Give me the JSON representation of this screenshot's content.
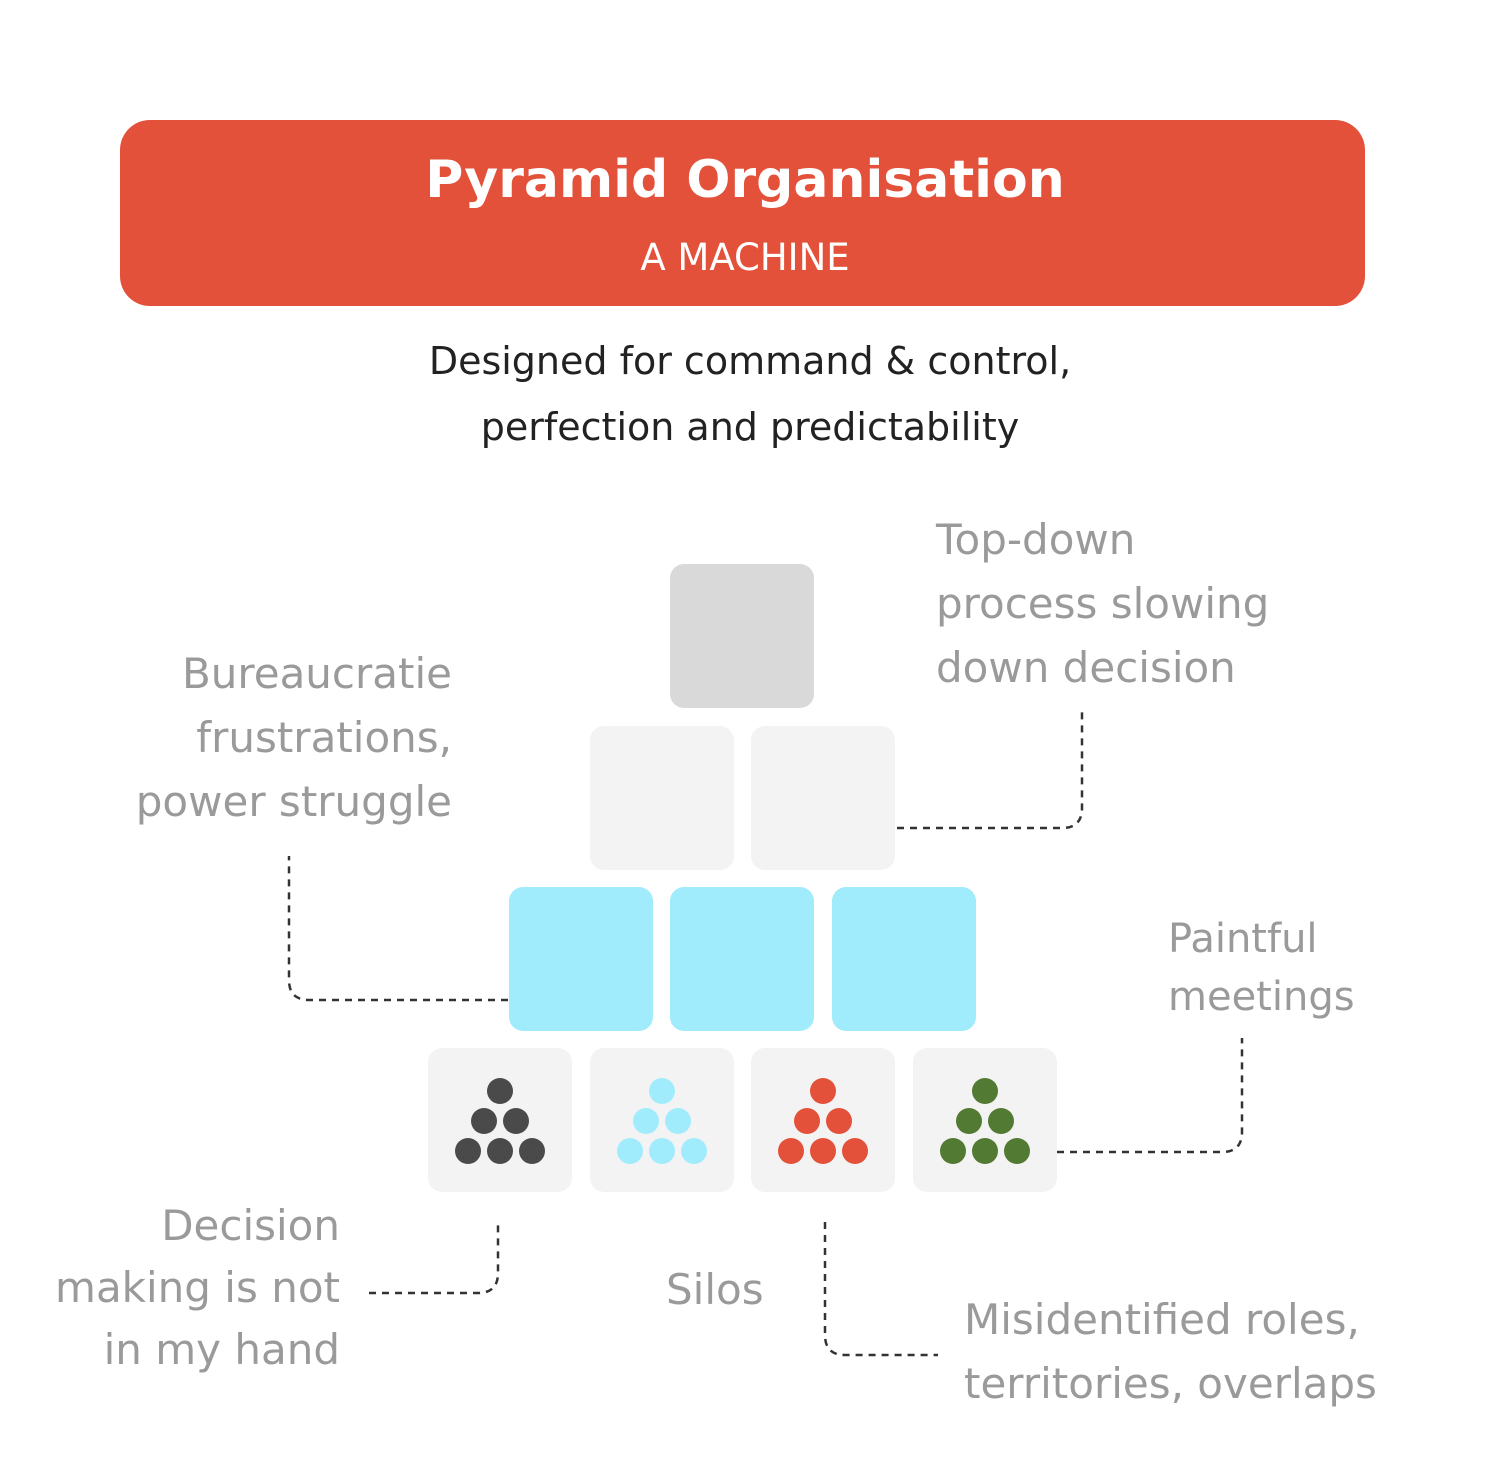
{
  "banner": {
    "title": "Pyramid Organisation",
    "subtitle": "A MACHINE",
    "color": "#e4513a"
  },
  "tagline": {
    "line1": "Designed for command & control,",
    "line2": "perfection and predictability"
  },
  "notes": {
    "top_down": [
      "Top-down",
      "process slowing",
      "down decision"
    ],
    "bureaucratie": [
      "Bureaucratie",
      "frustrations,",
      "power struggle"
    ],
    "meetings": [
      "Paintful",
      "meetings"
    ],
    "decision": [
      "Decision",
      "making is not",
      "in my hand"
    ],
    "silos": "Silos",
    "roles": [
      "Misidentified roles,",
      "territories, overlaps"
    ]
  },
  "pyramid": {
    "colors": {
      "top": "#d9d9d9",
      "second_row": "#f3f3f3",
      "third_row": "#a1ecfc",
      "bottom_row": "#f3f3f3"
    },
    "team_dot_colors": [
      "#4a4a4a",
      "#a1ecfc",
      "#e4513a",
      "#527a32"
    ]
  }
}
